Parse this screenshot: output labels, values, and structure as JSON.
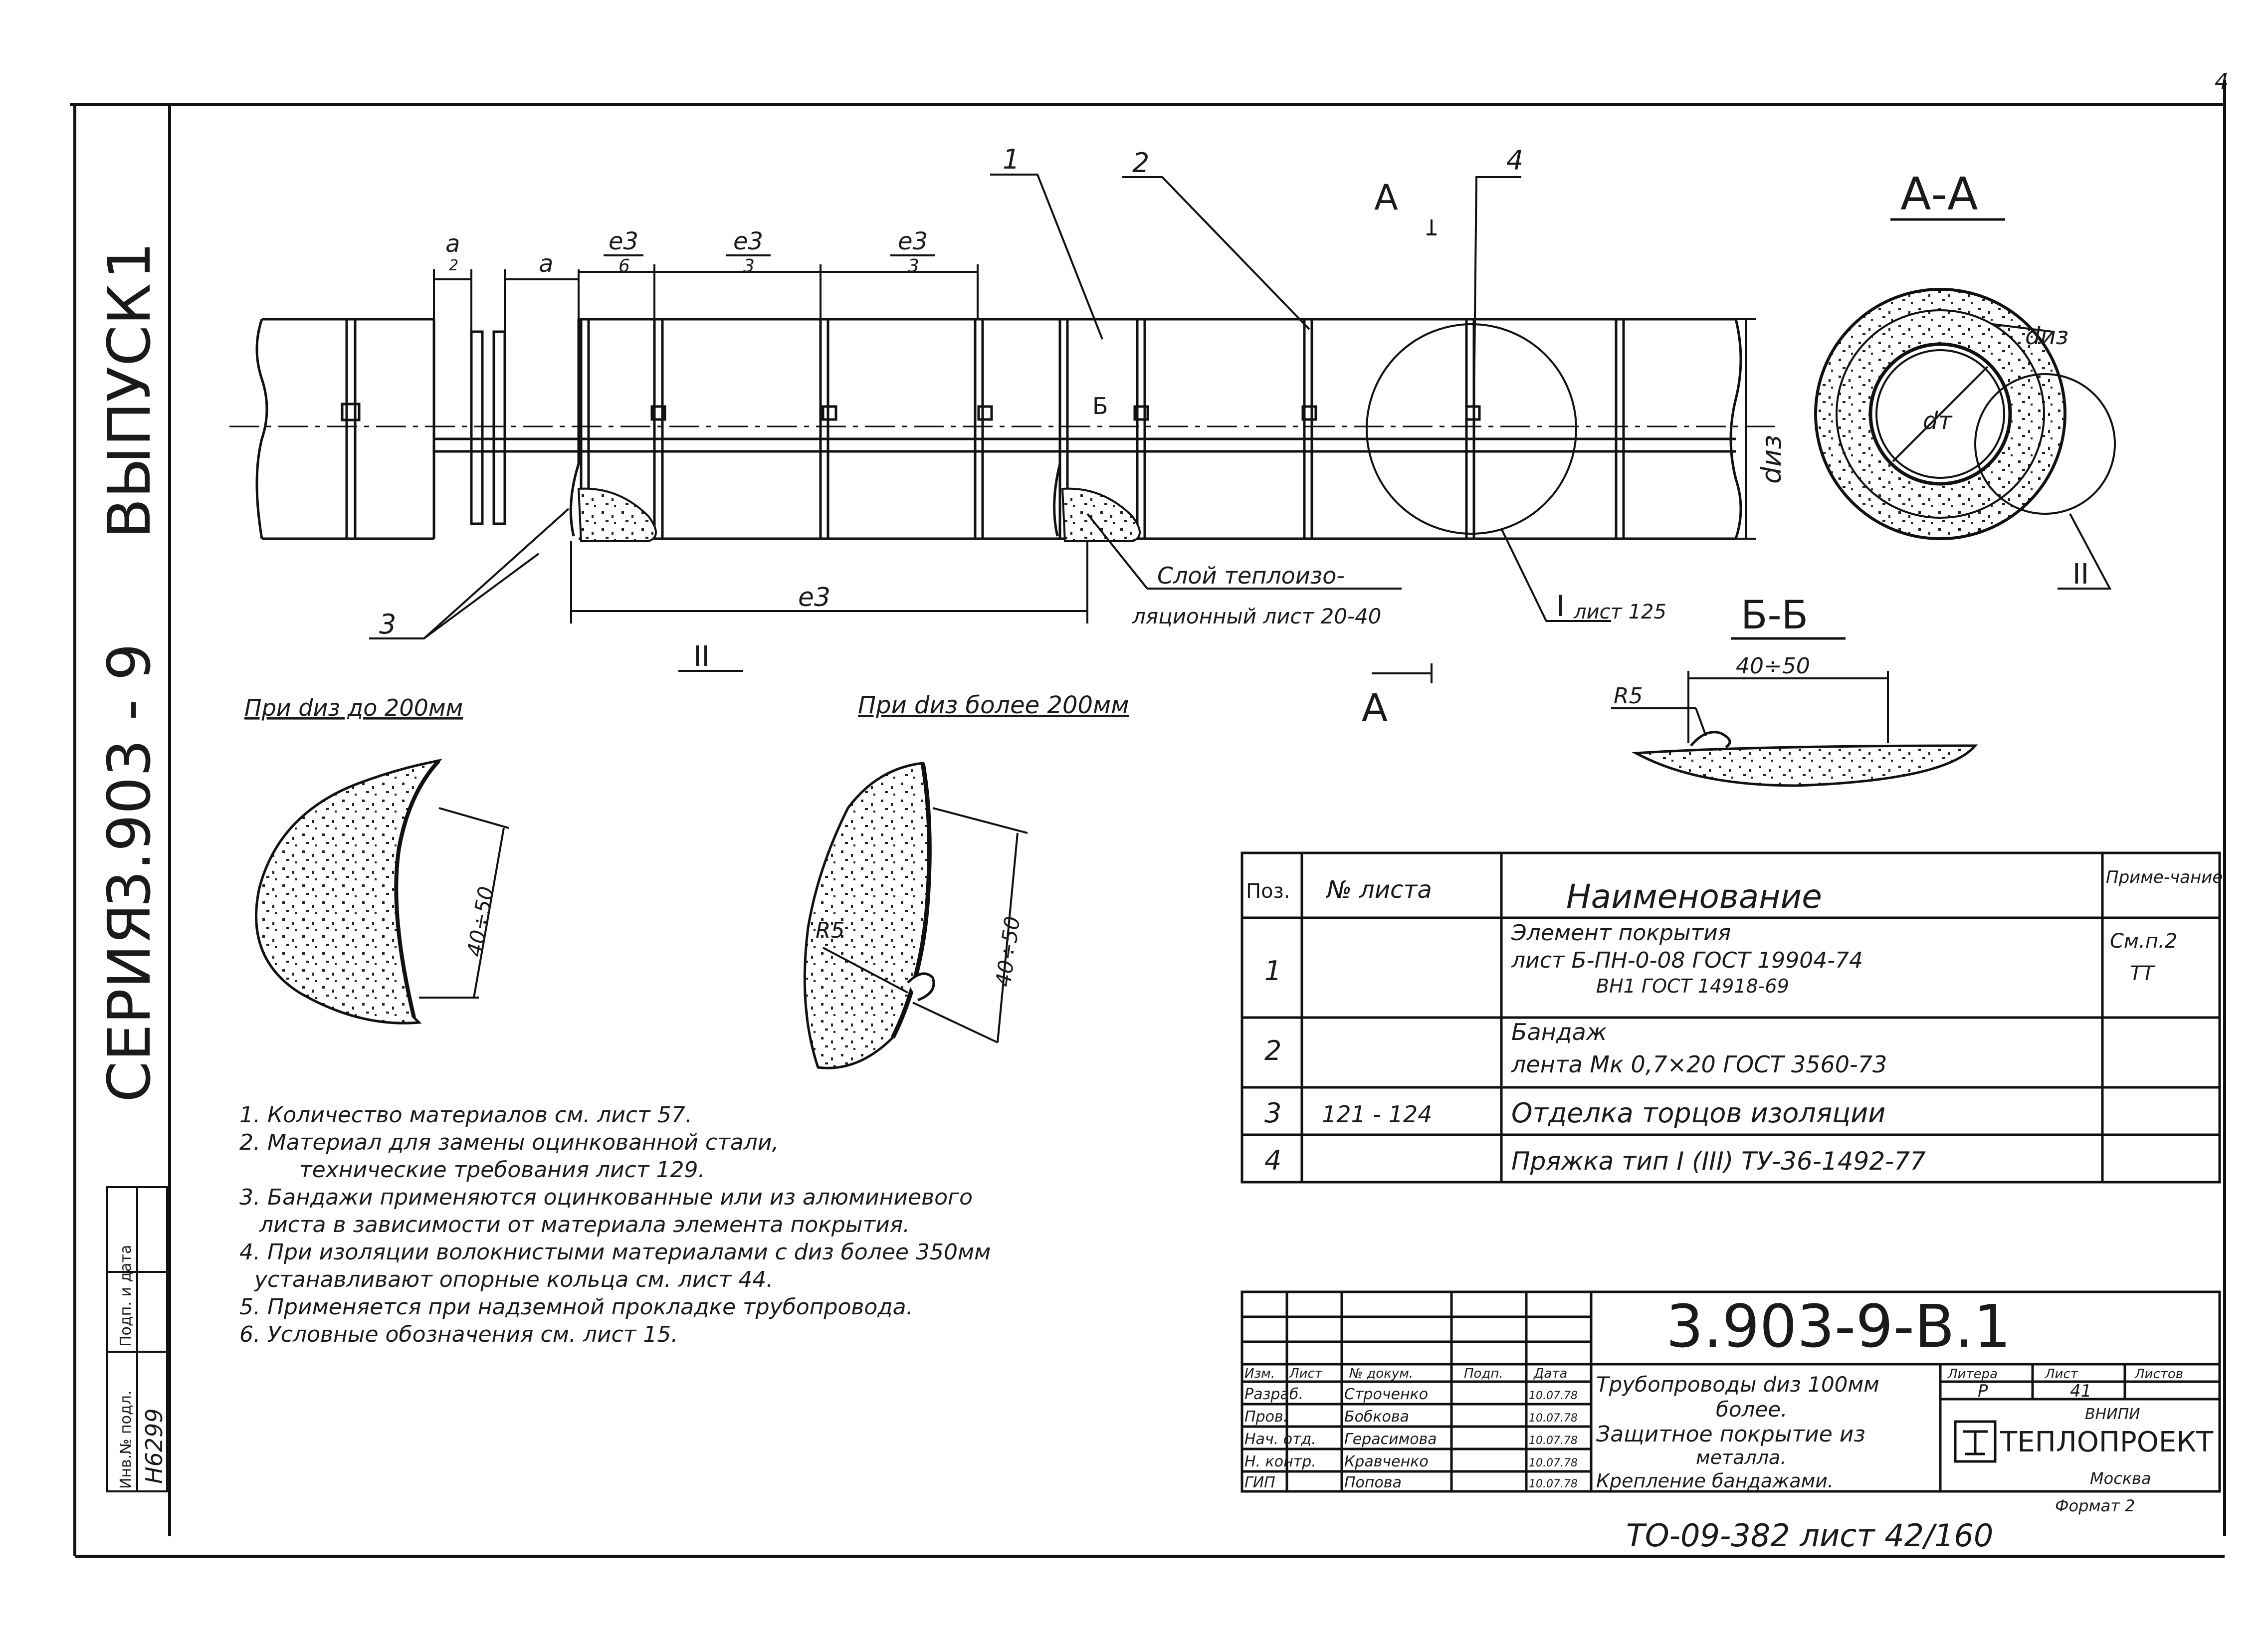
{
  "page": {
    "number": "4"
  },
  "side_stamp": {
    "series_label": "СЕРИЯ",
    "series_number": "3.903 - 9",
    "issue_label": "ВЫПУСК",
    "issue_number": "1",
    "inv_label": "Инв.№ подл.",
    "inv_number": "Н6299",
    "sign_label": "Подп. и дата"
  },
  "callouts": {
    "c1": "1",
    "c2": "2",
    "c3": "3",
    "c4": "4",
    "node_I": "I",
    "node_I_sheet": "лист 125",
    "node_II": "II",
    "node_II_section": "II",
    "insulation_layer_1": "Слой теплоизо-",
    "insulation_layer_2": "ляционный лист 20-40"
  },
  "dimensions": {
    "a1": "a",
    "a1_sub": "2",
    "a2": "a",
    "e3_6": "e3",
    "e3_6_den": "6",
    "e3_3a": "e3",
    "e3_3a_den": "3",
    "e3_3b": "e3",
    "e3_3b_den": "3",
    "e3_full": "e3",
    "d_iz": "dиз",
    "mark_A": "А",
    "mark_B": "Б"
  },
  "section_AA": {
    "title": "А-А",
    "d_iz": "dиз",
    "d_t": "dт",
    "node": "II"
  },
  "section_BB": {
    "title": "Б-Б",
    "r5": "R5",
    "dim": "40÷50"
  },
  "detail_small": {
    "title": "При dиз до 200мм",
    "dim": "40÷50"
  },
  "detail_large": {
    "title": "При dиз более 200мм",
    "r5": "R5",
    "dim": "40÷50"
  },
  "spec_table": {
    "headers": {
      "pos": "Поз.",
      "sheet": "№ листа",
      "name": "Наименование",
      "note": "Приме-чание"
    },
    "rows": [
      {
        "pos": "1",
        "sheet": "",
        "name_1": "Элемент покрытия",
        "name_2": "лист Б-ПН-0-08 ГОСТ 19904-74",
        "name_3": "ВН1 ГОСТ 14918-69",
        "note_1": "См.п.2",
        "note_2": "ТТ"
      },
      {
        "pos": "2",
        "sheet": "",
        "name_1": "Бандаж",
        "name_2": "лента Мк 0,7×20 ГОСТ 3560-73",
        "name_3": "",
        "note_1": "",
        "note_2": ""
      },
      {
        "pos": "3",
        "sheet": "121 - 124",
        "name_1": "Отделка торцов изоляции",
        "name_2": "",
        "name_3": "",
        "note_1": "",
        "note_2": ""
      },
      {
        "pos": "4",
        "sheet": "",
        "name_1": "Пряжка тип I (III) ТУ-36-1492-77",
        "name_2": "",
        "name_3": "",
        "note_1": "",
        "note_2": ""
      }
    ]
  },
  "notes": [
    "1. Количество материалов см. лист 57.",
    "2. Материал для замены оцинкованной стали,",
    "технические требования лист 129.",
    "3. Бандажи применяются оцинкованные или из алюминиевого",
    "листа в зависимости от материала элемента покрытия.",
    "4. При изоляции волокнистыми материалами с dиз более 350мм",
    "устанавливают опорные кольца см. лист 44.",
    "5. Применяется при надземной прокладке трубопровода.",
    "6. Условные обозначения см. лист 15."
  ],
  "title_block": {
    "doc_code": "3.903-9-В.1",
    "headers": {
      "izm": "Изм.",
      "list": "Лист",
      "doc": "№ докум.",
      "sign": "Подп.",
      "date": "Дата"
    },
    "roles": [
      {
        "role": "Разраб.",
        "name": "Строченко",
        "date": "10.07.78"
      },
      {
        "role": "Пров.",
        "name": "Бобкова",
        "date": "10.07.78"
      },
      {
        "role": "Нач. отд.",
        "name": "Герасимова",
        "date": "10.07.78"
      },
      {
        "role": "Н. контр.",
        "name": "Кравченко",
        "date": "10.07.78"
      },
      {
        "role": "ГИП",
        "name": "Попова",
        "date": "10.07.78"
      }
    ],
    "title_lines": [
      "Трубопроводы dиз 100мм",
      "более.",
      "Защитное покрытие из",
      "металла.",
      "Крепление бандажами."
    ],
    "stage_label": "Литера",
    "sheet_label": "Лист",
    "sheets_label": "Листов",
    "stage": "Р",
    "sheet": "41",
    "org_1": "ВНИПИ",
    "org_2": "ТЕПЛОПРОЕКТ",
    "org_3": "Москва",
    "format": "Формат 2"
  },
  "bottom_ref": "ТО-09-382 лист 42/160"
}
